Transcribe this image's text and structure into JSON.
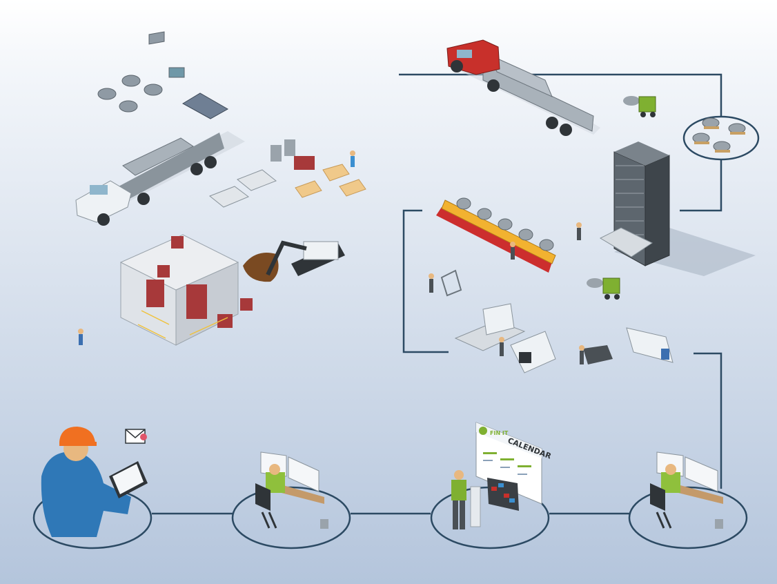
{
  "diagram": {
    "title": "",
    "calendar_board": {
      "brand": "FIN IT",
      "title": "CALENDAR"
    },
    "nodes": [
      {
        "id": "site-supervisor",
        "icon": "tablet-user-icon"
      },
      {
        "id": "planner-workstation-1",
        "icon": "workstation-icon"
      },
      {
        "id": "calendar-kiosk",
        "icon": "kiosk-icon"
      },
      {
        "id": "planner-workstation-2",
        "icon": "workstation-icon"
      },
      {
        "id": "material-stock",
        "icon": "coil-stack-icon"
      }
    ],
    "scenes": [
      {
        "id": "construction-site",
        "icon": "building-icon"
      },
      {
        "id": "delivery-truck",
        "icon": "flatbed-truck-icon"
      },
      {
        "id": "supply-truck",
        "icon": "red-truck-icon"
      },
      {
        "id": "storage-tower",
        "icon": "tower-storage-icon"
      },
      {
        "id": "roll-forming-line",
        "icon": "production-line-icon"
      },
      {
        "id": "bending-machines",
        "icon": "press-brake-icon"
      }
    ],
    "colors": {
      "background_top": "#ffffff",
      "background_bottom": "#b8c8de",
      "connector": "#2c4a63",
      "accent_green": "#7fb031",
      "accent_orange": "#f07021",
      "truck_red": "#c8302b",
      "machine_yellow": "#f2b230"
    }
  }
}
